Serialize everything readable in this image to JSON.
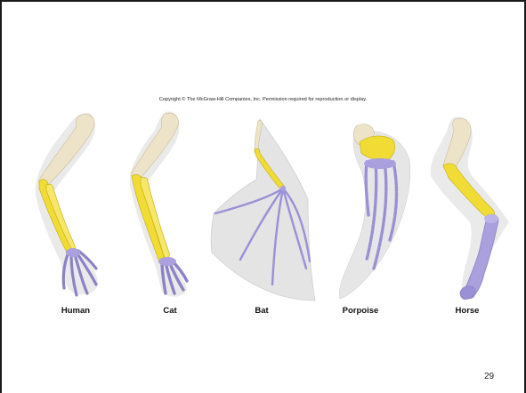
{
  "slide": {
    "copyright": "Copyright © The McGraw-Hill Companies, Inc. Permission required for reproduction or display.",
    "page_number": "29"
  },
  "limbs": [
    {
      "label": "Human"
    },
    {
      "label": "Cat"
    },
    {
      "label": "Bat"
    },
    {
      "label": "Porpoise"
    },
    {
      "label": "Horse"
    }
  ],
  "colors": {
    "silhouette": "#e6e6e6",
    "humerus": "#ede3c8",
    "forearm": "#f0dc35",
    "hand": "#a9a0dd",
    "hand_stroke": "#8c82c6"
  }
}
